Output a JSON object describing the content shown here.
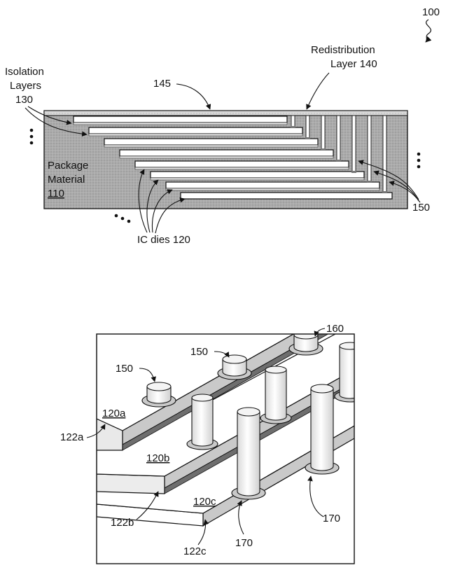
{
  "top": {
    "figure_number": "100",
    "redistribution_label_line1": "Redistribution",
    "redistribution_label_line2": "Layer 140",
    "isolation_label_line1": "Isolation",
    "isolation_label_line2": "Layers",
    "isolation_label_line3": "130",
    "label_145": "145",
    "package_label_line1": "Package",
    "package_label_line2": "Material",
    "package_label_line3": "110",
    "label_150": "150",
    "ic_dies_label": "IC dies 120"
  },
  "bottom": {
    "label_160": "160",
    "label_150_a": "150",
    "label_150_b": "150",
    "die_a": "120a",
    "die_b": "120b",
    "die_c": "120c",
    "edge_a": "122a",
    "edge_b": "122b",
    "edge_c": "122c",
    "label_170_a": "170",
    "label_170_b": "170"
  },
  "colors": {
    "package_fill": "#a9a9a9",
    "die_fill": "#ffffff",
    "die_side": "#c8c8c8",
    "die_dark_edge": "#6e6e6e",
    "stroke": "#111111"
  }
}
